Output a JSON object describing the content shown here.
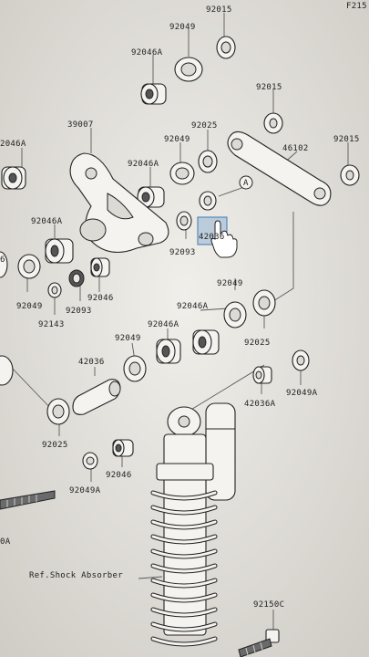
{
  "header_ref": "F215",
  "parts": [
    {
      "id": "p-92015-top",
      "text": "92015"
    },
    {
      "id": "p-92049-top",
      "text": "92049"
    },
    {
      "id": "p-92046a-top",
      "text": "92046A"
    },
    {
      "id": "p-92015-mid",
      "text": "92015"
    },
    {
      "id": "p-39007",
      "text": "39007"
    },
    {
      "id": "p-92025-top",
      "text": "92025"
    },
    {
      "id": "p-92049-mid",
      "text": "92049"
    },
    {
      "id": "p-92015-right",
      "text": "92015"
    },
    {
      "id": "p-46102",
      "text": "46102"
    },
    {
      "id": "p-92046a-left",
      "text": "2046A"
    },
    {
      "id": "p-92046a-mid",
      "text": "92046A"
    },
    {
      "id": "p-a-marker",
      "text": "A"
    },
    {
      "id": "p-92046a-lower",
      "text": "92046A"
    },
    {
      "id": "p-42036-hl",
      "text": "42036"
    },
    {
      "id": "p-92093-mid",
      "text": "92093"
    },
    {
      "id": "p-edge-6",
      "text": "6"
    },
    {
      "id": "p-92049-left",
      "text": "92049"
    },
    {
      "id": "p-92093-left",
      "text": "92093"
    },
    {
      "id": "p-92046-left",
      "text": "92046"
    },
    {
      "id": "p-92143",
      "text": "92143"
    },
    {
      "id": "p-92049-right",
      "text": "92049"
    },
    {
      "id": "p-92046a-rmid",
      "text": "92046A"
    },
    {
      "id": "p-92025-right",
      "text": "92025"
    },
    {
      "id": "p-92046a-center",
      "text": "92046A"
    },
    {
      "id": "p-92049-center",
      "text": "92049"
    },
    {
      "id": "p-42036-center",
      "text": "42036"
    },
    {
      "id": "p-92049a-right",
      "text": "92049A"
    },
    {
      "id": "p-42036a",
      "text": "42036A"
    },
    {
      "id": "p-92025-left",
      "text": "92025"
    },
    {
      "id": "p-92046-bottom",
      "text": "92046"
    },
    {
      "id": "p-92049a-bottom",
      "text": "92049A"
    },
    {
      "id": "p-edge-0a",
      "text": "0A"
    },
    {
      "id": "p-ref-shock",
      "text": "Ref.Shock Absorber"
    },
    {
      "id": "p-92150c",
      "text": "92150C"
    }
  ]
}
